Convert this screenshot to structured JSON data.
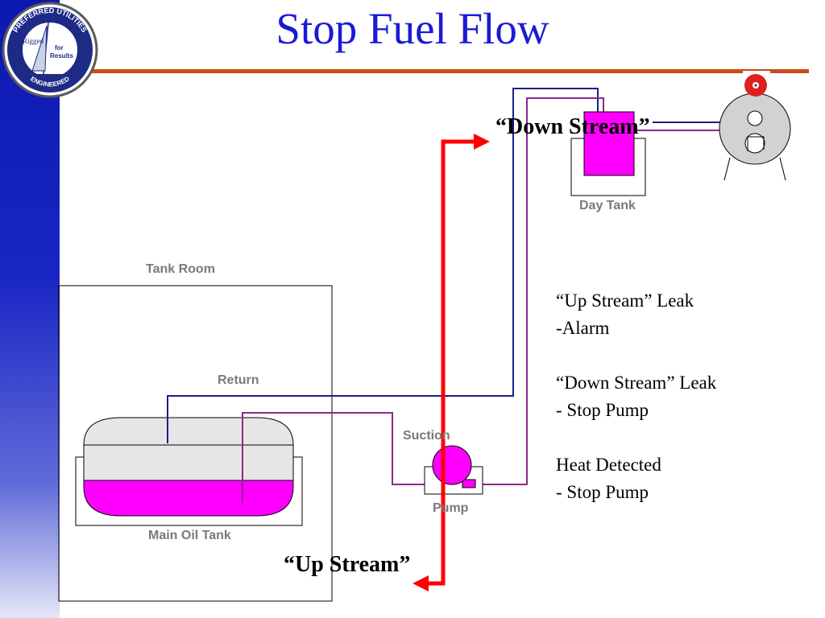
{
  "title": "Stop Fuel Flow",
  "logo": {
    "ring_top": "PREFERRED UTILITIES",
    "ring_bottom": "ENGINEERED",
    "center_left": "Rigged",
    "center_right_1": "for",
    "center_right_2": "Results"
  },
  "labels": {
    "tank_room": "Tank Room",
    "return": "Return",
    "suction": "Suction",
    "pump": "Pump",
    "main_oil_tank": "Main Oil Tank",
    "day_tank": "Day Tank",
    "down_stream": "“Down Stream”",
    "up_stream": "“Up Stream”"
  },
  "notes": [
    {
      "heading": "“Up Stream” Leak",
      "action": "-Alarm"
    },
    {
      "heading": "“Down Stream” Leak",
      "action": "- Stop Pump"
    },
    {
      "heading": "Heat Detected",
      "action": "- Stop Pump"
    }
  ],
  "colors": {
    "title": "#1a1ad6",
    "sidebar": "#0a18b0",
    "rule": "#cc4a1c",
    "return_line": "#1c1c8c",
    "suction_line": "#8a2a8a",
    "oil": "#ff00ff",
    "arrow": "#ff0000"
  }
}
